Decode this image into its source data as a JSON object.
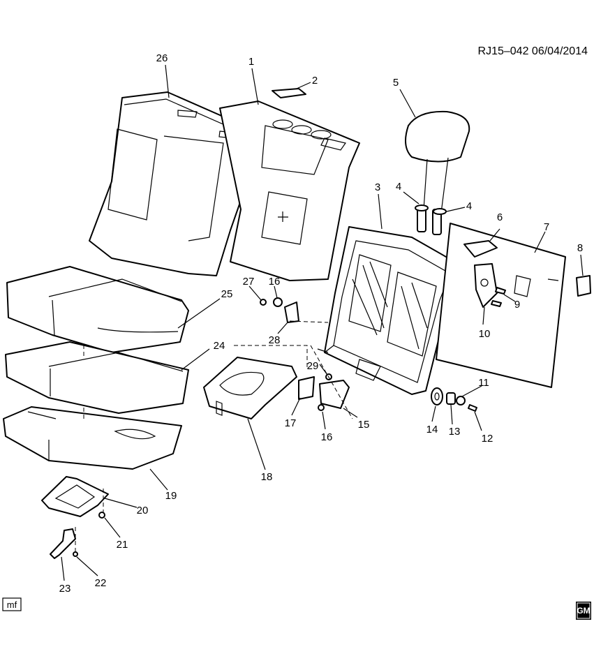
{
  "header": {
    "reference": "RJ15–042  06/04/2014"
  },
  "footer": {
    "mf_tag": "mf",
    "logo_text": "GM"
  },
  "callouts": {
    "c1": "1",
    "c2": "2",
    "c3": "3",
    "c4a": "4",
    "c4b": "4",
    "c5": "5",
    "c6": "6",
    "c7": "7",
    "c8": "8",
    "c9": "9",
    "c10": "10",
    "c11": "11",
    "c12": "12",
    "c13": "13",
    "c14": "14",
    "c15": "15",
    "c16a": "16",
    "c16b": "16",
    "c17": "17",
    "c18": "18",
    "c19": "19",
    "c20": "20",
    "c21": "21",
    "c22": "22",
    "c23": "23",
    "c24": "24",
    "c25": "25",
    "c26": "26",
    "c27": "27",
    "c28": "28",
    "c29": "29"
  }
}
